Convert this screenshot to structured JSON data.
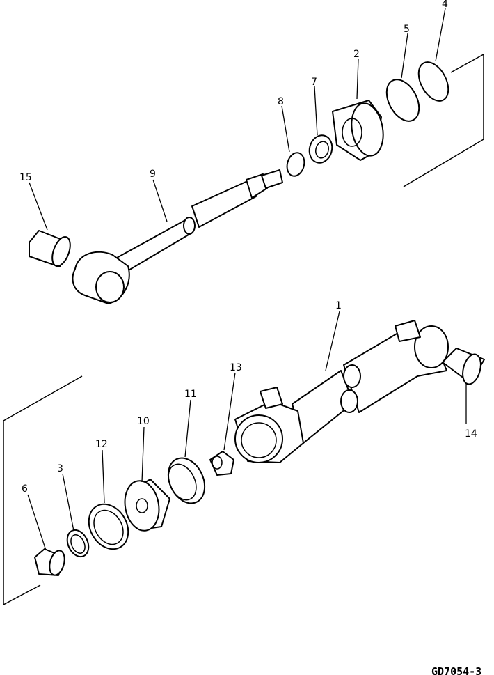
{
  "callouts": [
    {
      "id": "1",
      "label": "1"
    },
    {
      "id": "2",
      "label": "2"
    },
    {
      "id": "3",
      "label": "3"
    },
    {
      "id": "4",
      "label": "4"
    },
    {
      "id": "5",
      "label": "5"
    },
    {
      "id": "6",
      "label": "6"
    },
    {
      "id": "7",
      "label": "7"
    },
    {
      "id": "8",
      "label": "8"
    },
    {
      "id": "9",
      "label": "9"
    },
    {
      "id": "10",
      "label": "10"
    },
    {
      "id": "11",
      "label": "11"
    },
    {
      "id": "12",
      "label": "12"
    },
    {
      "id": "13",
      "label": "13"
    },
    {
      "id": "14",
      "label": "14"
    },
    {
      "id": "15",
      "label": "15"
    }
  ],
  "drawing_ref": "GD7054-3"
}
